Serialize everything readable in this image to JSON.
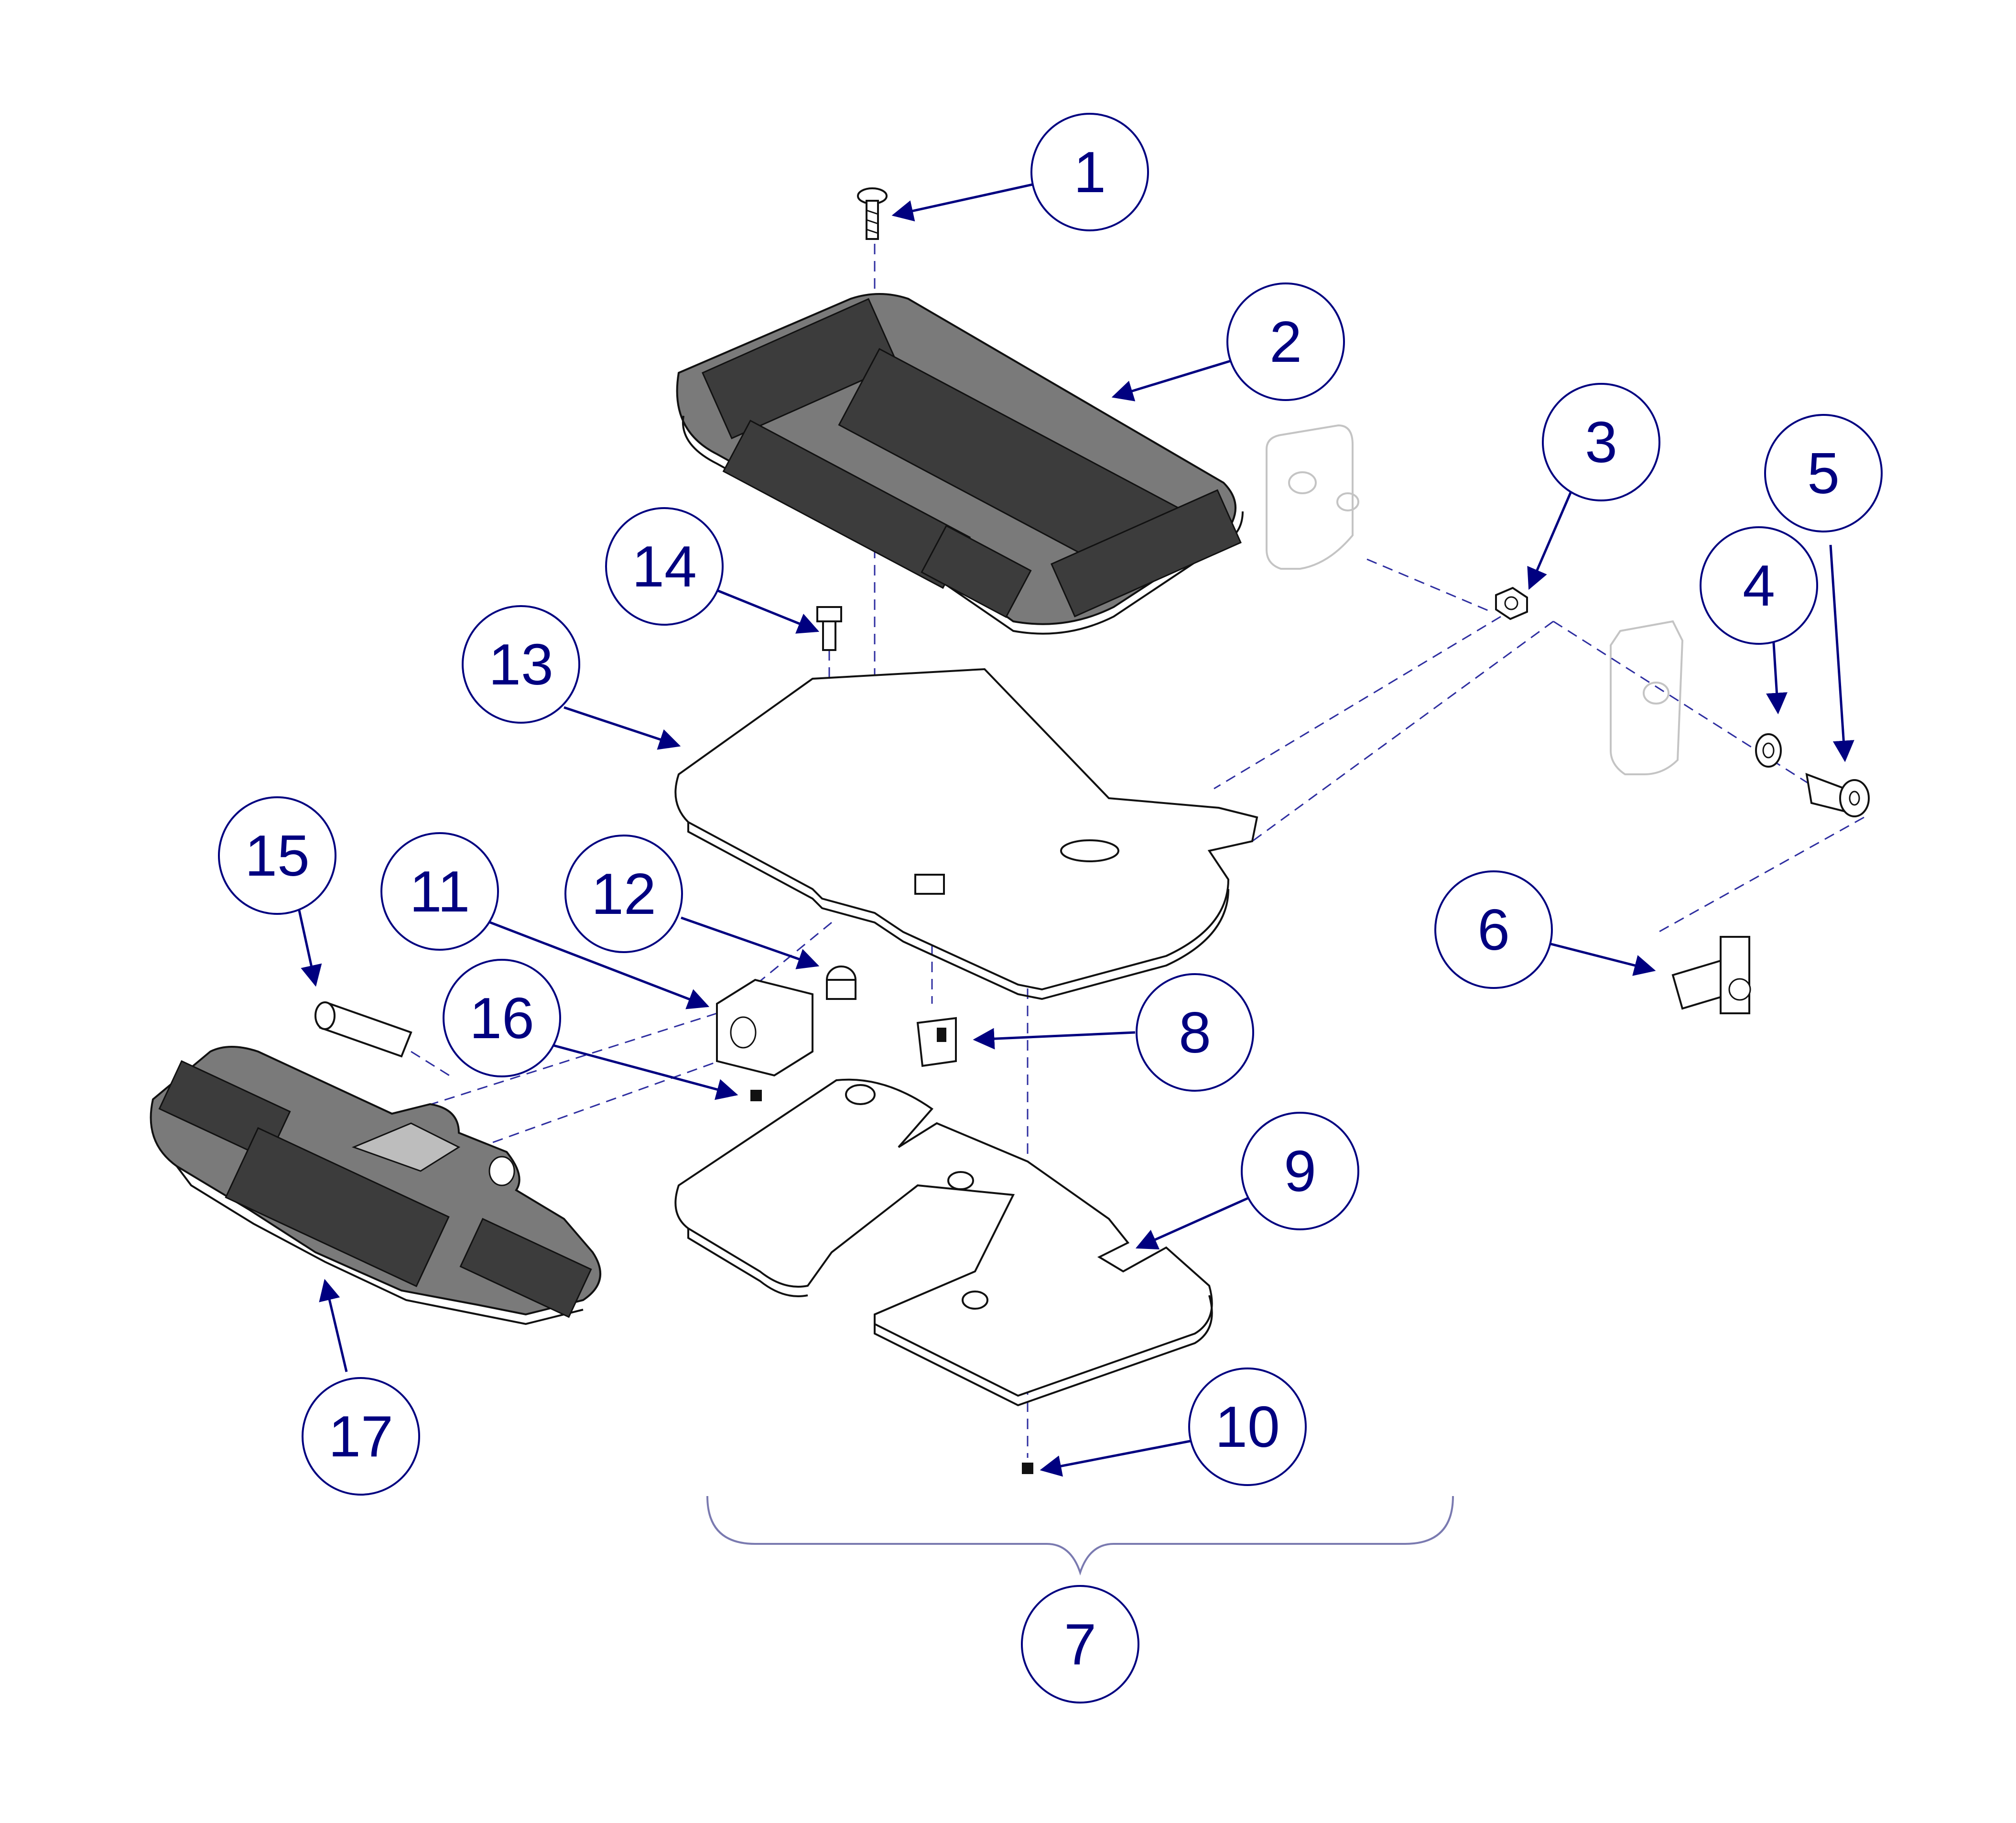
{
  "diagram": {
    "callouts": [
      {
        "id": 1,
        "label": "1"
      },
      {
        "id": 2,
        "label": "2"
      },
      {
        "id": 3,
        "label": "3"
      },
      {
        "id": 4,
        "label": "4"
      },
      {
        "id": 5,
        "label": "5"
      },
      {
        "id": 6,
        "label": "6"
      },
      {
        "id": 7,
        "label": "7"
      },
      {
        "id": 8,
        "label": "8"
      },
      {
        "id": 9,
        "label": "9"
      },
      {
        "id": 10,
        "label": "10"
      },
      {
        "id": 11,
        "label": "11"
      },
      {
        "id": 12,
        "label": "12"
      },
      {
        "id": 13,
        "label": "13"
      },
      {
        "id": 14,
        "label": "14"
      },
      {
        "id": 15,
        "label": "15"
      },
      {
        "id": 16,
        "label": "16"
      },
      {
        "id": 17,
        "label": "17"
      }
    ],
    "colors": {
      "callout": "#000080",
      "part_outline": "#111111",
      "pad": "#3c3c3c",
      "cover": "#7a7a7a",
      "ghost": "#c4c4c4"
    }
  }
}
